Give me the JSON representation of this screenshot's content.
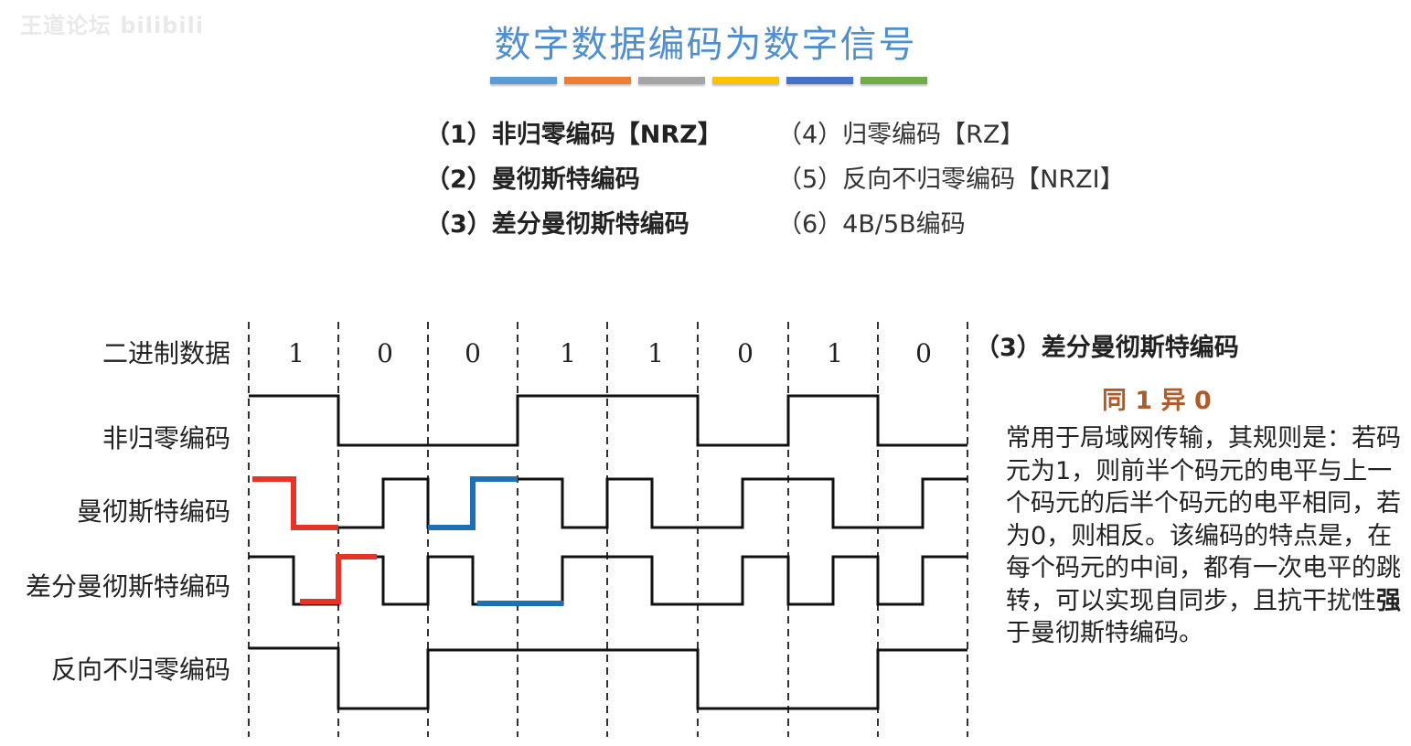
{
  "watermark": "王道论坛 bilibili",
  "title": "数字数据编码为数字信号",
  "colors": {
    "title": "#4f8fd0",
    "bars": [
      "#5b9bd5",
      "#ed7d31",
      "#a5a5a5",
      "#ffc000",
      "#4472c4",
      "#70ad47"
    ],
    "highlight_red": "#e53528",
    "highlight_blue": "#1f6fb5",
    "rule_tag": "#b05a2a"
  },
  "methods": {
    "left": [
      "（1）非归零编码【NRZ】",
      "（2）曼彻斯特编码",
      "（3）差分曼彻斯特编码"
    ],
    "right": [
      "（4）归零编码【RZ】",
      "（5）反向不归零编码【NRZI】",
      "（6）4B/5B编码"
    ]
  },
  "diagram": {
    "row_labels": [
      "二进制数据",
      "非归零编码",
      "曼彻斯特编码",
      "差分曼彻斯特编码",
      "反向不归零编码"
    ],
    "bits": [
      "1",
      "0",
      "0",
      "1",
      "1",
      "0",
      "1",
      "0"
    ]
  },
  "side": {
    "heading": "（3）差分曼彻斯特编码",
    "rule": "同 1 异 0",
    "description_before": "常用于局域网传输，其规则是：若码元为1，则前半个码元的电平与上一个码元的后半个码元的电平相同，若为0，则相反。该编码的特点是，在每个码元的中间，都有一次电平的跳转，可以实现自同步，且抗干扰性",
    "description_bold": "强",
    "description_after": "于曼彻斯特编码。"
  }
}
